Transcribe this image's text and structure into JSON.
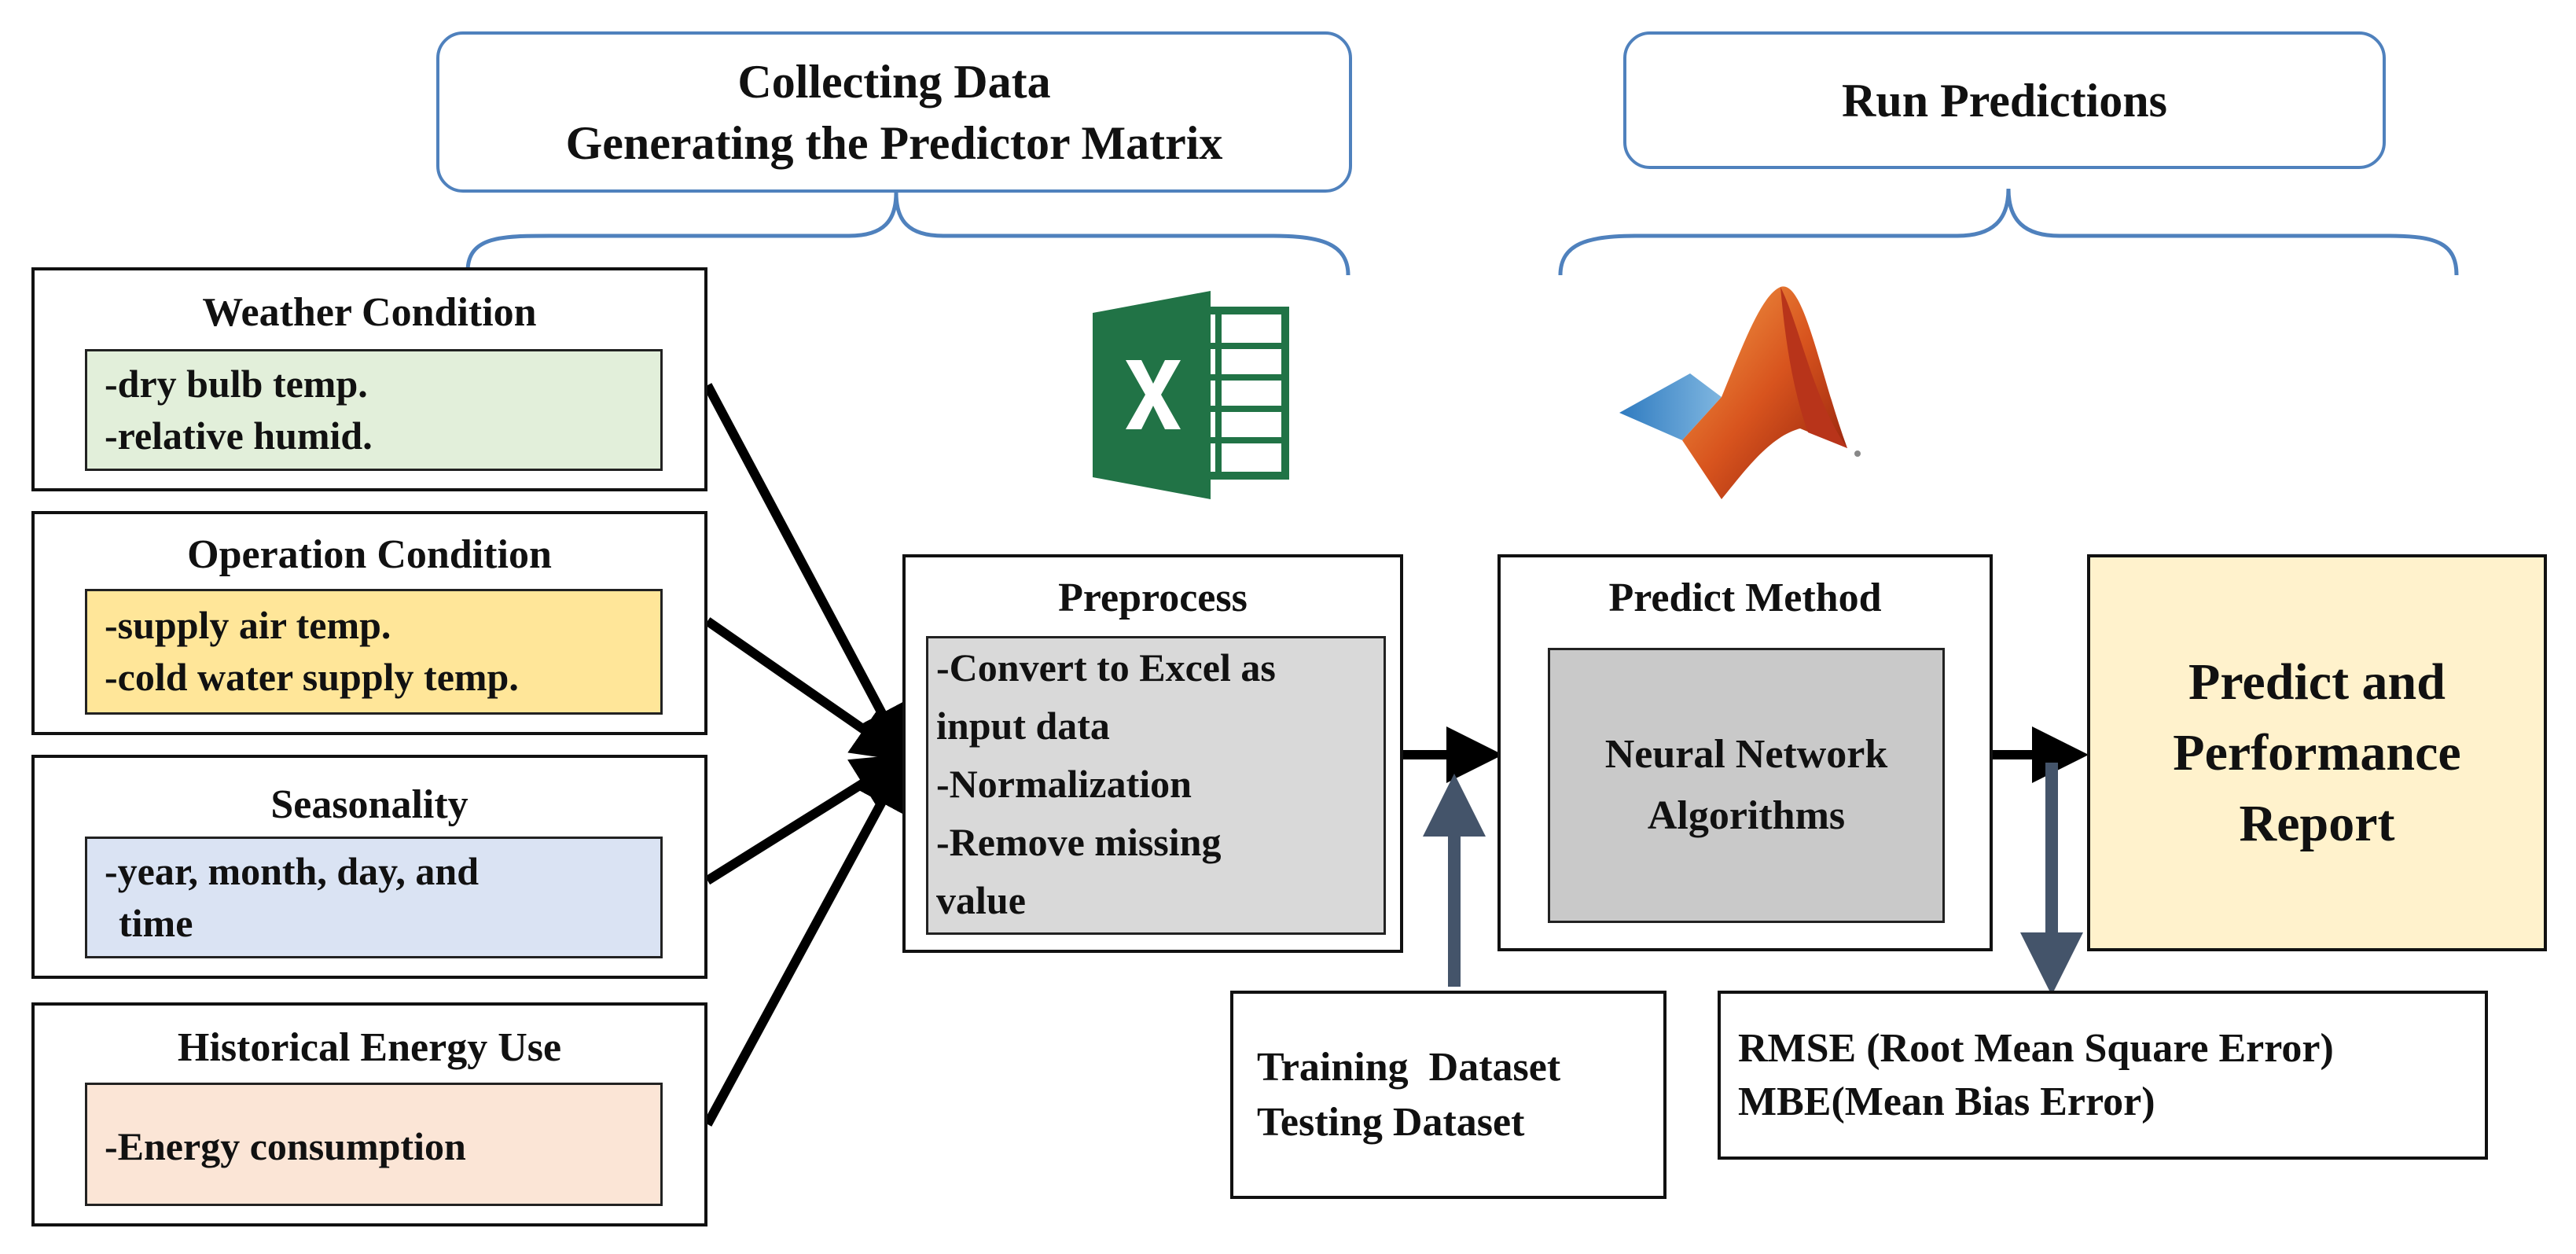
{
  "stage_collect": {
    "line1": "Collecting Data",
    "line2": "Generating the Predictor Matrix"
  },
  "stage_run": {
    "label": "Run Predictions"
  },
  "weather": {
    "title": "Weather Condition",
    "items": [
      "-dry bulb temp.",
      "-relative humid."
    ],
    "fill": "#e2efda"
  },
  "operation": {
    "title": "Operation Condition",
    "items": [
      "-supply air temp.",
      "-cold water supply temp."
    ],
    "fill": "#ffe699"
  },
  "seasonality": {
    "title": "Seasonality",
    "items": [
      "-year, month, day, and",
      "time"
    ],
    "fill": "#dae3f3"
  },
  "historical": {
    "title": "Historical Energy Use",
    "items": [
      "-Energy consumption"
    ],
    "fill": "#fbe5d6"
  },
  "preprocess": {
    "title": "Preprocess",
    "items": [
      "-Convert to Excel as",
      "input data",
      "-Normalization",
      "-Remove missing",
      "value"
    ],
    "fill": "#d9d9d9"
  },
  "predict_method": {
    "title": "Predict Method",
    "line1": "Neural Network",
    "line2": "Algorithms",
    "fill": "#c9c9c9"
  },
  "report": {
    "line1": "Predict and",
    "line2": "Performance",
    "line3": "Report",
    "fill": "#fff2cc"
  },
  "datasets": {
    "line1": "Training  Dataset",
    "line2": "Testing Dataset"
  },
  "metrics": {
    "line1": "RMSE (Root Mean Square Error)",
    "line2": "MBE(Mean Bias Error)"
  },
  "icons": {
    "excel": "excel-icon",
    "matlab": "matlab-icon"
  },
  "colors": {
    "bracket": "#4f81bd",
    "arrow": "#000000",
    "up_arrow": "#44546a",
    "excel_green": "#217346"
  }
}
